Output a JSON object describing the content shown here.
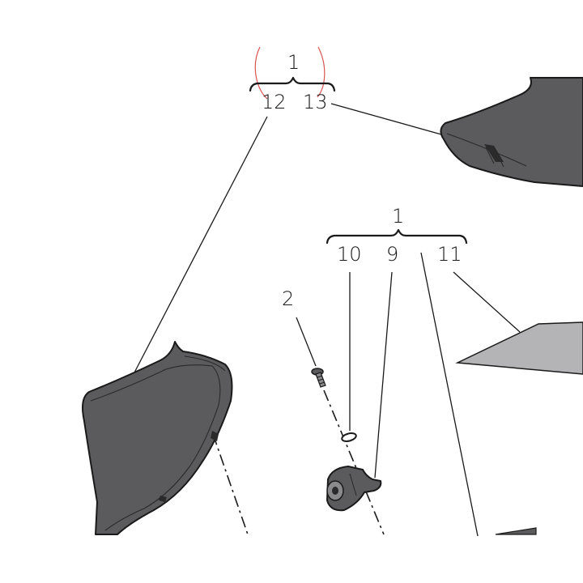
{
  "callouts": {
    "top_group": "1",
    "part_12": "12",
    "part_13": "13",
    "mid_group": "1",
    "part_10": "10",
    "part_9": "9",
    "part_11": "11",
    "part_2": "2"
  },
  "colors": {
    "part_fill": "#5b5b5d",
    "part_light": "#b4b4b6",
    "outline": "#1a1a1a",
    "highlight_circle": "#d9534f"
  }
}
